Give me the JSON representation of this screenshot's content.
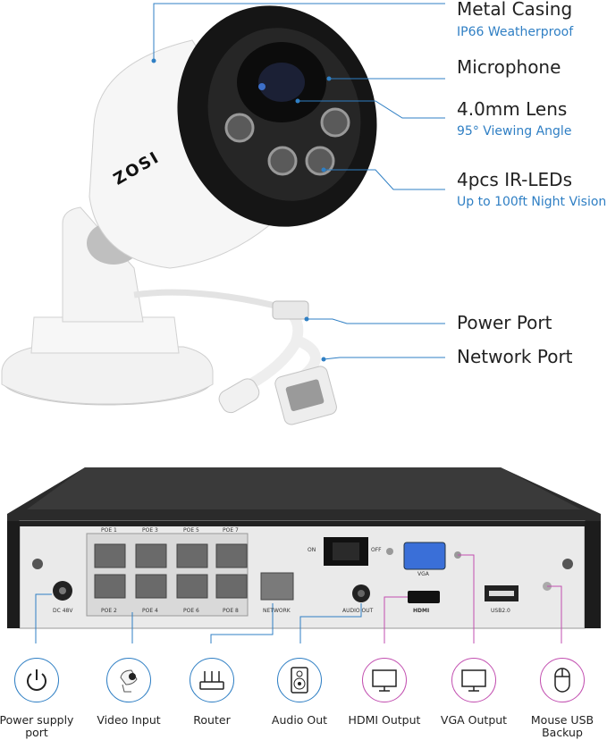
{
  "camera_features": [
    {
      "title": "Metal Casing",
      "subtitle": "IP66 Weatherproof"
    },
    {
      "title": "Microphone",
      "subtitle": ""
    },
    {
      "title": "4.0mm Lens",
      "subtitle": "95° Viewing Angle"
    },
    {
      "title": "4pcs IR-LEDs",
      "subtitle": "Up to 100ft Night Vision"
    },
    {
      "title": "Power Port",
      "subtitle": ""
    },
    {
      "title": "Network Port",
      "subtitle": ""
    }
  ],
  "camera_brand": "ZOSI",
  "nvr_panel": {
    "poe_top": [
      "POE 1",
      "POE 3",
      "POE 5",
      "POE 7"
    ],
    "poe_bottom": [
      "POE 2",
      "POE 4",
      "POE 6",
      "POE 8"
    ],
    "dc": "DC 48V",
    "network": "NETWORK",
    "audio": "AUDIO OUT",
    "on": "ON",
    "off": "OFF",
    "vga": "VGA",
    "hdmi": "HDMI",
    "usb": "USB2.0"
  },
  "ports": [
    {
      "label": "Power supply port",
      "icon": "power-icon"
    },
    {
      "label": "Video Input",
      "icon": "camera-icon"
    },
    {
      "label": "Router",
      "icon": "router-icon"
    },
    {
      "label": "Audio Out",
      "icon": "speaker-icon"
    },
    {
      "label": "HDMI Output",
      "icon": "monitor-icon"
    },
    {
      "label": "VGA Output",
      "icon": "monitor-icon"
    },
    {
      "label": "Mouse USB Backup",
      "icon": "mouse-icon"
    }
  ],
  "colors": {
    "accent_blue": "#2f7fc4",
    "accent_pink": "#c24fb0"
  }
}
